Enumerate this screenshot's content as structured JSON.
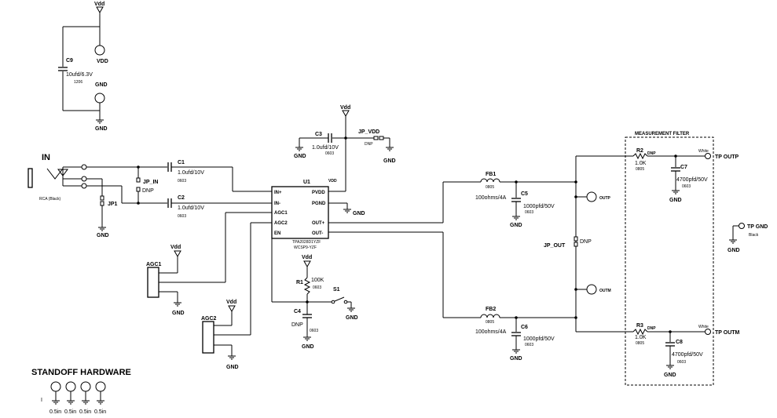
{
  "nets": {
    "vdd": "Vdd",
    "vdd_cap": "VDD",
    "gnd": "GND"
  },
  "c9": {
    "ref": "C9",
    "value": "10ufd/6.3V",
    "pkg": "1206"
  },
  "input": {
    "title": "IN",
    "jack": "RCA (Black)",
    "jp_in": "JP_IN",
    "jp_in_dnp": "DNP",
    "jp1": "JP1"
  },
  "caps": {
    "c1": {
      "ref": "C1",
      "value": "1.0ufd/10V",
      "pkg": "0603"
    },
    "c2": {
      "ref": "C2",
      "value": "1.0ufd/10V",
      "pkg": "0603"
    },
    "c3": {
      "ref": "C3",
      "value": "1.0ufd/10V",
      "pkg": "0603"
    },
    "c4": {
      "ref": "C4",
      "value": "DNP",
      "pkg": "0603"
    },
    "c5": {
      "ref": "C5",
      "value": "1000pfd/50V",
      "pkg": "0603"
    },
    "c6": {
      "ref": "C6",
      "value": "1000pfd/50V",
      "pkg": "0603"
    },
    "c7": {
      "ref": "C7",
      "value": "4700pfd/50V",
      "pkg": "0603"
    },
    "c8": {
      "ref": "C8",
      "value": "4700pfd/50V",
      "pkg": "0603"
    }
  },
  "jp_vdd": {
    "ref": "JP_VDD",
    "dnp": "DNP"
  },
  "u1": {
    "ref": "U1",
    "part": "TPA2028D1YZF",
    "pkg": "WCSP9-YZF",
    "pins_left": [
      "IN+",
      "IN-",
      "AGC1",
      "AGC2",
      "EN"
    ],
    "pins_right": [
      "PVDD",
      "PGND",
      "OUT+",
      "OUT-"
    ],
    "vdd_tag": "VDD"
  },
  "agc": {
    "agc1": "AGC1",
    "agc2": "AGC2"
  },
  "r1": {
    "ref": "R1",
    "value": "100K",
    "pkg": "0603"
  },
  "s1": {
    "ref": "S1"
  },
  "fb1": {
    "ref": "FB1",
    "pkg": "0805",
    "value": "100ohms/4A"
  },
  "fb2": {
    "ref": "FB2",
    "pkg": "0805",
    "value": "100ohms/4A"
  },
  "outputs": {
    "outp": "OUTP",
    "outm": "OUTM",
    "jp_out": "JP_OUT",
    "jp_out_dnp": "DNP"
  },
  "filter": {
    "title": "MEASUREMENT FILTER",
    "r2": {
      "ref": "R2",
      "dnp": "DNP",
      "value": "1.0K",
      "pkg": "0805"
    },
    "r3": {
      "ref": "R3",
      "dnp": "DNP",
      "value": "1.0K",
      "pkg": "0805"
    },
    "white": "White",
    "tp_outp": "TP OUTP",
    "tp_outm": "TP OUTM"
  },
  "tp_gnd": {
    "label": "TP GND",
    "color": "Black"
  },
  "standoff": {
    "title": "STANDOFF HARDWARE",
    "mark": "I",
    "sizes": [
      "0.5in",
      "0.5in",
      "0.5in",
      "0.5in"
    ]
  }
}
